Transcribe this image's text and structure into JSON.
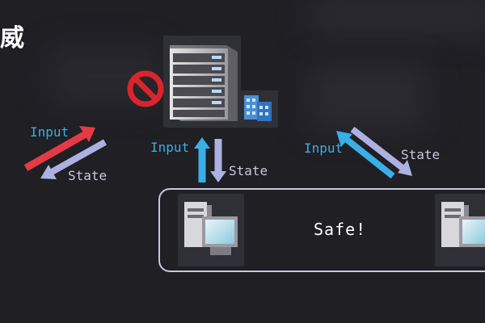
{
  "title": "威",
  "labels": {
    "input": "Input",
    "state": "State",
    "safe": "Safe!"
  },
  "colors": {
    "background": "#1f1f24",
    "input_red": "#e43a45",
    "input_blue": "#3aaee6",
    "state_lavender": "#aeb0e2",
    "block_red": "#d8252c",
    "frame": "#c8c8dc"
  },
  "icons": [
    "server-rack-icon",
    "prohibited-icon",
    "buildings-icon",
    "desktop-computer-icon"
  ]
}
